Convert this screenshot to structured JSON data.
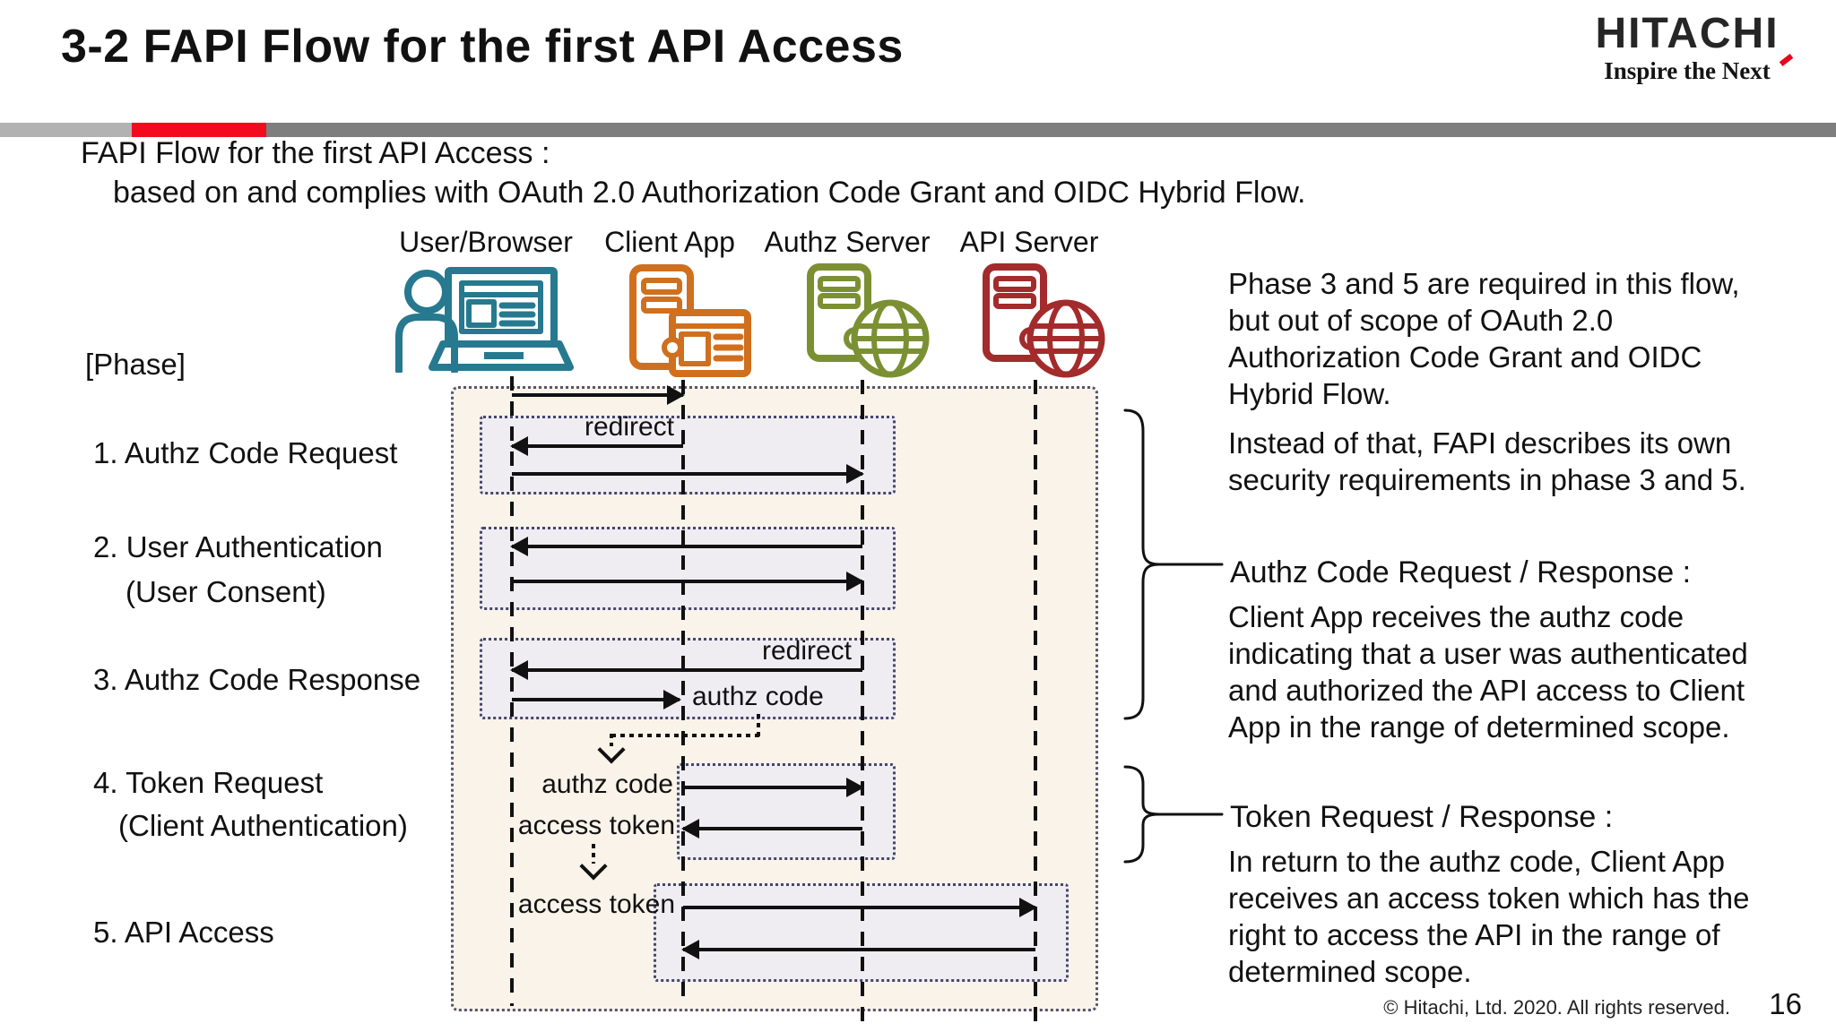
{
  "slide": {
    "title": "3-2 FAPI Flow for the first API Access",
    "footer": "© Hitachi, Ltd. 2020. All rights reserved.",
    "page_number": "16"
  },
  "logo": {
    "name": "HITACHI",
    "tagline": "Inspire the Next"
  },
  "subtitle": {
    "line1": "FAPI Flow for the first API Access :",
    "line2": "based on and complies with OAuth 2.0 Authorization Code Grant and OIDC Hybrid Flow."
  },
  "actors": [
    {
      "label": "User/Browser",
      "icon": "person-laptop-icon",
      "color": "#26798f"
    },
    {
      "label": "Client App",
      "icon": "app-server-window-icon",
      "color": "#d06f1e"
    },
    {
      "label": "Authz Server",
      "icon": "server-globe-icon",
      "color": "#7b9033"
    },
    {
      "label": "API Server",
      "icon": "server-globe-icon",
      "color": "#a32b2c"
    }
  ],
  "phases": {
    "header": "[Phase]",
    "items": [
      {
        "label": "1. Authz Code Request",
        "sub": ""
      },
      {
        "label": "2. User Authentication",
        "sub": "(User Consent)"
      },
      {
        "label": "3. Authz Code Response",
        "sub": ""
      },
      {
        "label": "4. Token Request",
        "sub": "(Client Authentication)"
      },
      {
        "label": "5. API Access",
        "sub": ""
      }
    ]
  },
  "diagram": {
    "labels": {
      "phase1_redirect": "redirect",
      "phase3_redirect": "redirect",
      "phase3_authz_code": "authz code",
      "phase4_authz_code": "authz code",
      "phase4_access_token": "access token",
      "phase5_access_token": "access token"
    }
  },
  "notes": {
    "scope_lines": [
      "Phase 3 and 5 are required in this flow,",
      "but out of scope of OAuth 2.0",
      "Authorization Code Grant and OIDC",
      "Hybrid Flow."
    ],
    "instead_lines": [
      "Instead of that, FAPI describes its own",
      "security requirements in phase 3 and 5."
    ],
    "authz_heading": "Authz Code Request / Response :",
    "authz_body_lines": [
      "Client App receives the authz code",
      "indicating that a user was authenticated",
      "and authorized the API access to Client",
      "App in the range of determined scope."
    ],
    "token_heading": "Token Request / Response :",
    "token_body_lines": [
      "In return to the authz code, Client App",
      "receives an access token which has the",
      "right to access the API in the range of",
      "determined scope."
    ]
  },
  "colors": {
    "accent_red": "#f40a1e",
    "bar_light_gray": "#b2b2b2",
    "bar_dark_gray": "#7e7e7e",
    "teal": "#26798f",
    "orange": "#d06f1e",
    "olive": "#7b9033",
    "dark_red": "#a32b2c",
    "outer_box_fill": "#faf3e9",
    "phase_box_fill": "#efedf2"
  }
}
